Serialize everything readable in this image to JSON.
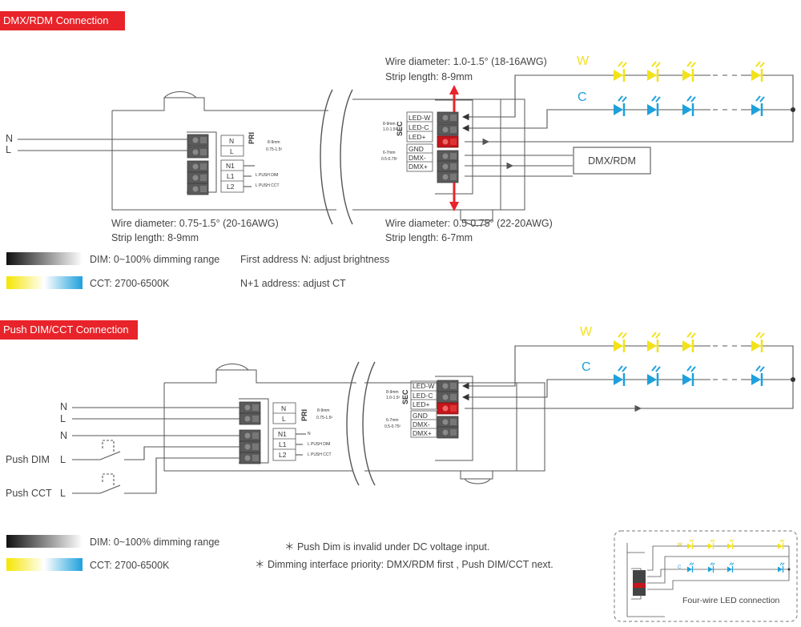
{
  "colors": {
    "accent_red": "#e8232a",
    "warm_white": "#f2e21a",
    "cool_white": "#1ea0dc",
    "line": "#555555",
    "terminal": "#5a5a5a"
  },
  "section1": {
    "title": "DMX/RDM Connection",
    "mains": {
      "n": "N",
      "l": "L"
    },
    "pri": {
      "label": "PRI",
      "terminals": [
        "N",
        "L",
        "N1",
        "L1",
        "L2"
      ],
      "strip_note": "8-9mm",
      "wire_note": "0.75-1.5²",
      "push_dim": "L  PUSH DIM",
      "push_cct": "L  PUSH CCT"
    },
    "sec": {
      "label": "SEC",
      "terminals": [
        "LED-W",
        "LED-C",
        "LED+",
        "GND",
        "DMX-",
        "DMX+"
      ],
      "strip_note_top": "8-9mm",
      "wire_note_top": "1.0-1.5²",
      "strip_note_bottom": "6-7mm",
      "wire_note_bottom": "0.5-0.75²"
    },
    "wire_top": {
      "diameter": "Wire diameter: 1.0-1.5° (18-16AWG)",
      "strip": "Strip length: 8-9mm"
    },
    "wire_pri": {
      "diameter": "Wire diameter: 0.75-1.5° (20-16AWG)",
      "strip": "Strip length: 8-9mm"
    },
    "wire_sec": {
      "diameter": "Wire diameter: 0.5-0.75° (22-20AWG)",
      "strip": "Strip length: 6-7mm"
    },
    "w_label": "W",
    "c_label": "C",
    "controller": "DMX/RDM",
    "dim_legend": "DIM: 0~100% dimming range",
    "cct_legend": "CCT: 2700-6500K",
    "note1": "First address N: adjust brightness",
    "note2": "N+1 address: adjust CT"
  },
  "section2": {
    "title": "Push DIM/CCT Connection",
    "mains": {
      "n": "N",
      "l": "L",
      "n2": "N"
    },
    "push_dim": {
      "label": "Push DIM",
      "line": "L"
    },
    "push_cct": {
      "label": "Push CCT",
      "line": "L"
    },
    "pri": {
      "label": "PRI",
      "terminals": [
        "N",
        "L",
        "N1",
        "L1",
        "L2"
      ],
      "strip_note": "8-9mm",
      "wire_note": "0.75-1.5²",
      "n_note": "N",
      "push_dim": "L  PUSH DIM",
      "push_cct": "L  PUSH CCT"
    },
    "sec": {
      "label": "SEC",
      "terminals": [
        "LED-W",
        "LED-C",
        "LED+",
        "GND",
        "DMX-",
        "DMX+"
      ],
      "strip_note_top": "8-9mm",
      "wire_note_top": "1.0-1.5²",
      "strip_note_bottom": "6-7mm",
      "wire_note_bottom": "0.5-0.75²"
    },
    "w_label": "W",
    "c_label": "C",
    "dim_legend": "DIM: 0~100% dimming range",
    "cct_legend": "CCT: 2700-6500K",
    "note1": "＊ Push Dim is invalid under DC voltage input.",
    "note2": "＊ Dimming interface priority: DMX/RDM first , Push DIM/CCT next.",
    "inset_caption": "Four-wire LED connection",
    "inset_w": "W",
    "inset_c": "C"
  }
}
